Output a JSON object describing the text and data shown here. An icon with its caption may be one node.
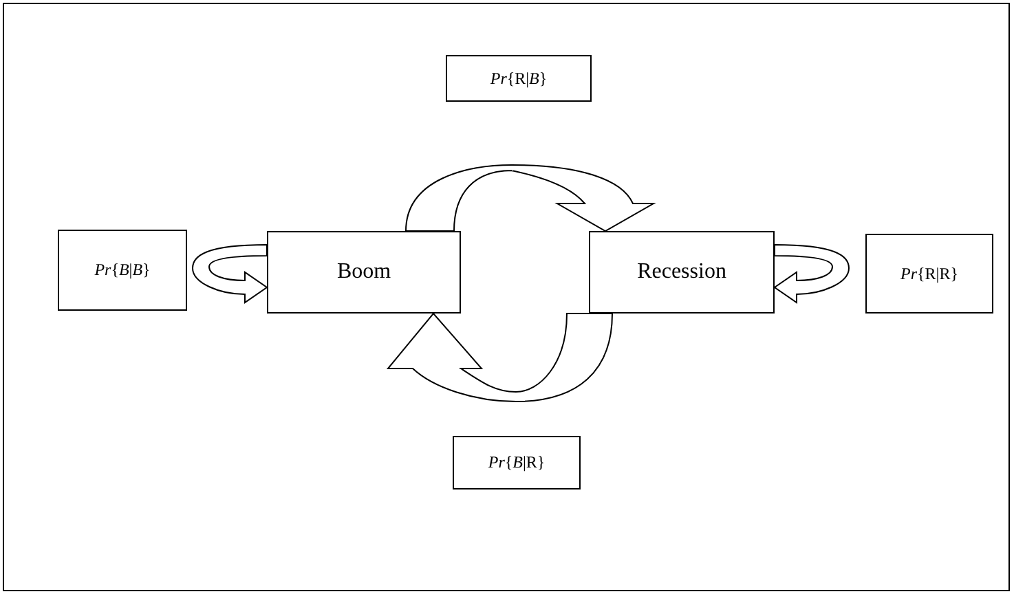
{
  "diagram": {
    "nodes": [
      {
        "text": [
          "*Pr*{R|*B*}"
        ]
      },
      {
        "text": [
          "*Pr*{*B*|*B*}"
        ]
      },
      {
        "text": [
          "Boom"
        ]
      },
      {
        "text": [
          "Recession"
        ]
      },
      {
        "text": [
          "*Pr*{R|R}"
        ]
      },
      {
        "text": [
          "*Pr*{*B*|R}"
        ]
      }
    ],
    "edges": [
      {
        "from": 2,
        "to": 2,
        "arrow": "to"
      },
      {
        "from": 2,
        "to": 3,
        "arrow": "to"
      },
      {
        "from": 3,
        "to": 3,
        "arrow": "to"
      },
      {
        "from": 3,
        "to": 2,
        "arrow": "to"
      }
    ]
  }
}
